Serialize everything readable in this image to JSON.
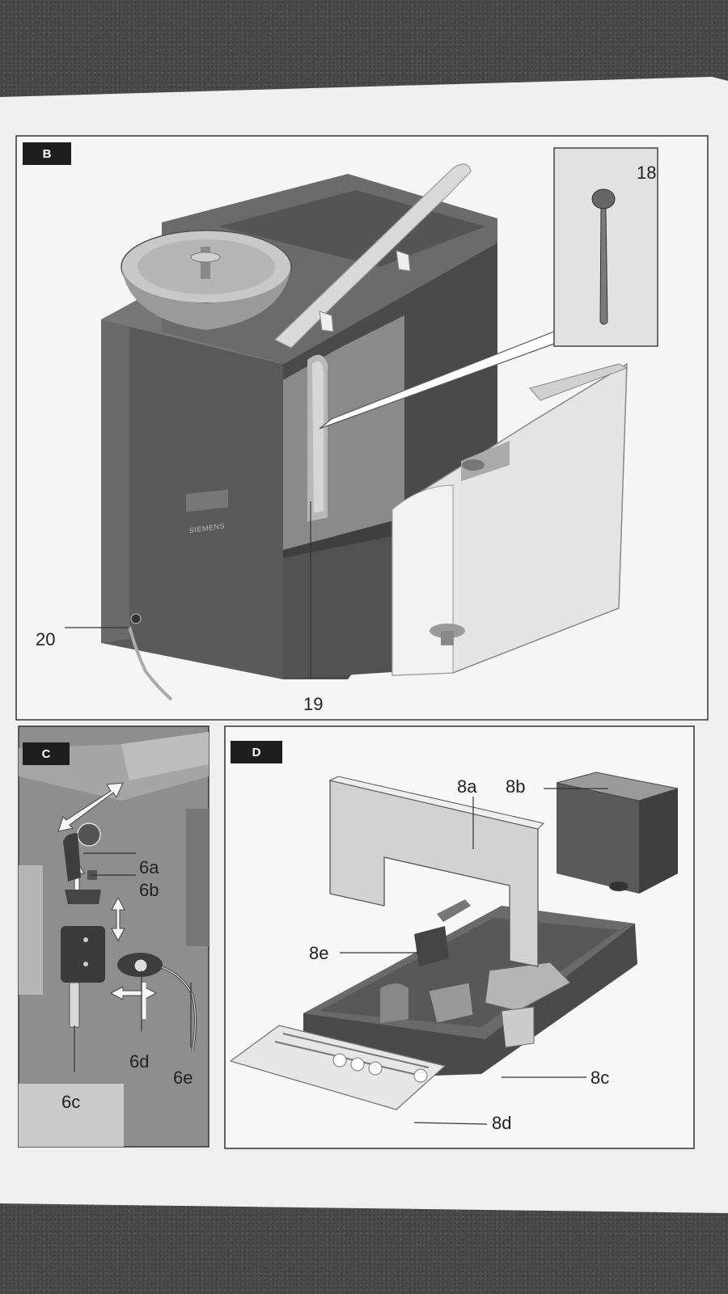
{
  "sheet": {
    "paper_color": "#f2f2f2",
    "frame_color": "#333333"
  },
  "panels": {
    "b": {
      "tag": "B",
      "labels": {
        "l18": "18",
        "l19": "19",
        "l20": "20"
      },
      "brand": "SIEMENS"
    },
    "c": {
      "tag": "C",
      "labels": {
        "l6a": "6a",
        "l6b": "6b",
        "l6c": "6c",
        "l6d": "6d",
        "l6e": "6e"
      }
    },
    "d": {
      "tag": "D",
      "labels": {
        "l8a": "8a",
        "l8b": "8b",
        "l8c": "8c",
        "l8d": "8d",
        "l8e": "8e"
      }
    }
  }
}
